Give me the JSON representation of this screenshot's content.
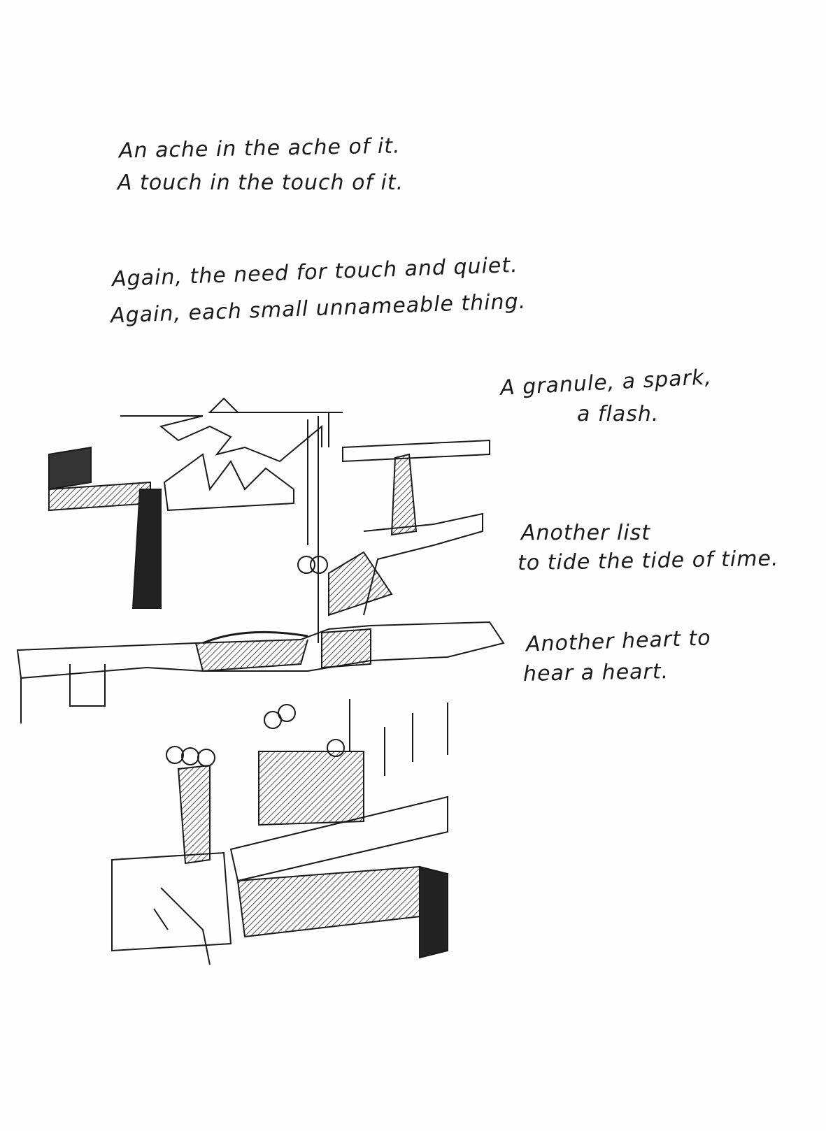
{
  "poem": {
    "stanza1": [
      "An ache in the ache of it.",
      "A touch in the touch of it."
    ],
    "stanza2": [
      "Again, the need for touch and quiet.",
      "Again, each small unnameable thing."
    ],
    "stanza3": [
      "A granule, a spark,",
      "a flash."
    ],
    "stanza4": [
      "Another list",
      "to tide the tide of time."
    ],
    "stanza5": [
      "Another heart to",
      "hear a heart."
    ]
  },
  "ink_color": "#1a1a1a"
}
